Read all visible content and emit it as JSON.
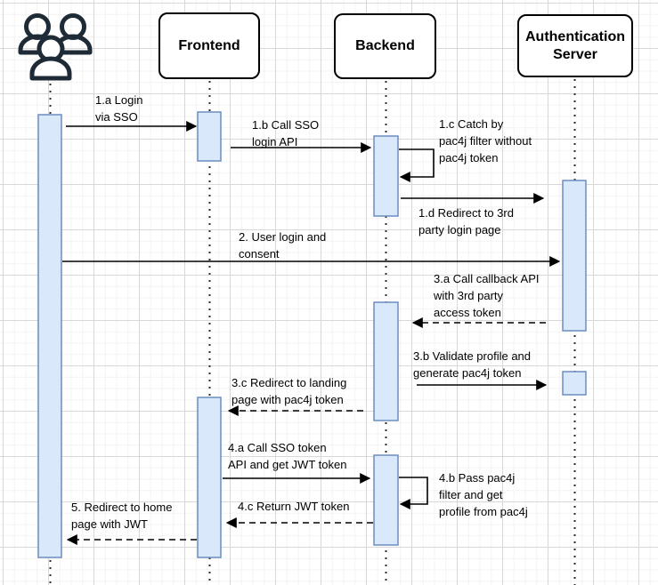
{
  "colors": {
    "activation_fill": "#dae8fc",
    "activation_stroke": "#6c8ebf",
    "line": "#000000",
    "icon": "#1f2a37",
    "grid_minor": "#f3f3f3",
    "grid_major": "#d8d8d8",
    "paper": "#ffffff"
  },
  "participants": {
    "user": {
      "id": "user",
      "icon": "users-group-icon",
      "label": ""
    },
    "frontend": {
      "id": "frontend",
      "label": "Frontend"
    },
    "backend": {
      "id": "backend",
      "label": "Backend"
    },
    "auth": {
      "id": "auth",
      "label": "Authentication Server"
    }
  },
  "messages": [
    {
      "num": "1.a",
      "from": "user",
      "to": "frontend",
      "style": "solid",
      "text": "1.a Login\nvia SSO"
    },
    {
      "num": "1.b",
      "from": "frontend",
      "to": "backend",
      "style": "solid",
      "text": "1.b Call SSO\nlogin API"
    },
    {
      "num": "1.c",
      "from": "backend",
      "to": "backend",
      "style": "self",
      "text": "1.c Catch by\npac4j filter without\npac4j token"
    },
    {
      "num": "1.d",
      "from": "backend",
      "to": "auth",
      "style": "solid",
      "text": "1.d Redirect to 3rd\nparty login page"
    },
    {
      "num": "2",
      "from": "user",
      "to": "auth",
      "style": "solid",
      "text": "2. User login and\nconsent"
    },
    {
      "num": "3.a",
      "from": "auth",
      "to": "backend",
      "style": "dashed",
      "text": "3.a Call callback API\nwith 3rd party\naccess token"
    },
    {
      "num": "3.b",
      "from": "backend",
      "to": "auth",
      "style": "solid",
      "text": "3.b Validate profile and\ngenerate pac4j token"
    },
    {
      "num": "3.c",
      "from": "backend",
      "to": "frontend",
      "style": "dashed",
      "text": "3.c Redirect to landing\npage with pac4j token"
    },
    {
      "num": "4.a",
      "from": "frontend",
      "to": "backend",
      "style": "solid",
      "text": "4.a Call SSO token\nAPI and get JWT token"
    },
    {
      "num": "4.b",
      "from": "backend",
      "to": "backend",
      "style": "self",
      "text": "4.b Pass pac4j\nfilter and get\nprofile from pac4j"
    },
    {
      "num": "4.c",
      "from": "backend",
      "to": "frontend",
      "style": "dashed",
      "text": "4.c Return JWT token"
    },
    {
      "num": "5",
      "from": "frontend",
      "to": "user",
      "style": "dashed",
      "text": "5. Redirect to home\npage with JWT"
    }
  ]
}
